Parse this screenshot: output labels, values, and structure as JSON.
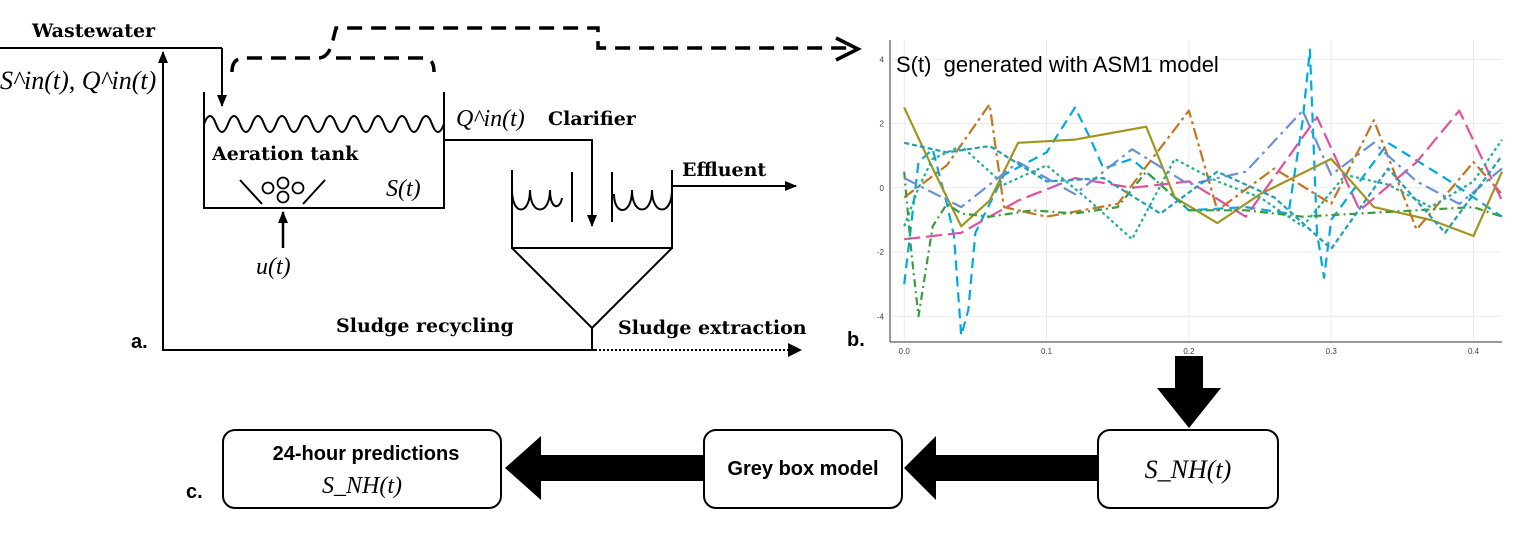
{
  "panel_a": {
    "panel_label": "a.",
    "wastewater_label": "Wastewater",
    "inflow_label": "S^in(t), Q^in(t)",
    "aeration_tank_label": "Aeration tank",
    "state_label": "S(t)",
    "control_label": "u(t)",
    "flow_label": "Q^in(t)",
    "clarifier_label": "Clarifier",
    "effluent_label": "Effluent",
    "recycling_label": "Sludge recycling",
    "extraction_label": "Sludge extraction"
  },
  "panel_b": {
    "panel_label": "b.",
    "plot_title": "S(t)  generated with ASM1 model"
  },
  "panel_c": {
    "panel_label": "c.",
    "predictions_title": "24-hour predictions",
    "predictions_var": "S_NH(t)",
    "grey_box_label": "Grey box model",
    "input_var": "S_NH(t)"
  },
  "chart_data": {
    "type": "line",
    "x_ticks": [
      "0.0",
      "0.1",
      "0.2",
      "0.3",
      "0.4"
    ],
    "y_ticks": [
      "-4",
      "-2",
      "0",
      "2",
      "4"
    ],
    "xlim": [
      -0.01,
      0.42
    ],
    "ylim": [
      -4.8,
      4.6
    ],
    "grid": true,
    "series": [
      {
        "color": "#00a9e0",
        "dash": "10,6",
        "x": [
          0.0,
          0.01,
          0.02,
          0.03,
          0.035,
          0.04,
          0.045,
          0.05,
          0.07,
          0.1,
          0.12,
          0.13,
          0.14,
          0.16,
          0.2,
          0.24,
          0.27,
          0.28,
          0.285,
          0.29,
          0.295,
          0.3,
          0.34,
          0.38,
          0.42
        ],
        "y": [
          -3.0,
          0.8,
          1.2,
          -0.5,
          -1.5,
          -4.6,
          -3.8,
          -1.4,
          0.4,
          1.1,
          2.5,
          1.6,
          0.6,
          0.9,
          -0.7,
          -0.6,
          -0.8,
          2.1,
          4.3,
          -1.4,
          -2.8,
          -1.0,
          1.4,
          0.3,
          -0.9
        ]
      },
      {
        "color": "#a0961f",
        "dash": "none",
        "x": [
          0.0,
          0.02,
          0.04,
          0.06,
          0.08,
          0.12,
          0.17,
          0.19,
          0.22,
          0.25,
          0.3,
          0.33,
          0.37,
          0.4,
          0.42
        ],
        "y": [
          2.5,
          0.6,
          -1.2,
          -0.4,
          1.4,
          1.5,
          1.9,
          -0.3,
          -1.1,
          -0.2,
          0.9,
          -0.6,
          -1.0,
          -1.5,
          0.5
        ]
      },
      {
        "color": "#c4751e",
        "dash": "12,4,3,4",
        "x": [
          0.0,
          0.03,
          0.06,
          0.07,
          0.1,
          0.15,
          0.2,
          0.22,
          0.26,
          0.3,
          0.33,
          0.36,
          0.4,
          0.42
        ],
        "y": [
          -0.3,
          0.7,
          2.6,
          -0.6,
          -0.9,
          -0.5,
          2.4,
          -0.7,
          0.6,
          -0.5,
          2.1,
          -1.3,
          0.8,
          -0.2
        ]
      },
      {
        "color": "#e24fa0",
        "dash": "16,6",
        "x": [
          0.0,
          0.04,
          0.08,
          0.12,
          0.16,
          0.2,
          0.24,
          0.29,
          0.32,
          0.36,
          0.39,
          0.42
        ],
        "y": [
          -1.6,
          -1.4,
          -0.4,
          0.3,
          0.0,
          0.2,
          -0.9,
          2.2,
          -0.7,
          0.8,
          2.4,
          -0.4
        ]
      },
      {
        "color": "#20b08d",
        "dash": "3,3",
        "x": [
          0.0,
          0.01,
          0.02,
          0.04,
          0.07,
          0.1,
          0.13,
          0.16,
          0.19,
          0.22,
          0.25,
          0.28,
          0.31,
          0.34,
          0.37,
          0.4,
          0.42
        ],
        "y": [
          -1.2,
          0.0,
          0.9,
          1.3,
          0.1,
          0.7,
          -0.4,
          -1.6,
          0.9,
          0.2,
          -0.3,
          -1.2,
          0.4,
          0.1,
          -0.6,
          0.2,
          1.5
        ]
      },
      {
        "color": "#3d9a3d",
        "dash": "8,4,2,4",
        "x": [
          0.0,
          0.005,
          0.01,
          0.02,
          0.03,
          0.04,
          0.06,
          0.09,
          0.12,
          0.15,
          0.17,
          0.2,
          0.24,
          0.28,
          0.32,
          0.36,
          0.4,
          0.42
        ],
        "y": [
          0.5,
          -2.0,
          -4.0,
          -1.2,
          -0.5,
          -0.8,
          -0.9,
          -0.7,
          -0.8,
          -0.6,
          0.5,
          -0.7,
          -0.7,
          -0.9,
          -0.8,
          -0.7,
          -0.6,
          -0.9
        ]
      },
      {
        "color": "#6b8fd6",
        "dash": "14,5,3,5",
        "x": [
          0.0,
          0.04,
          0.08,
          0.12,
          0.16,
          0.2,
          0.24,
          0.28,
          0.3,
          0.33,
          0.36,
          0.39,
          0.42
        ],
        "y": [
          0.3,
          -0.6,
          0.8,
          -0.2,
          1.2,
          0.1,
          0.5,
          2.4,
          0.4,
          1.4,
          0.2,
          -0.5,
          0.6
        ]
      },
      {
        "color": "#1c9fb8",
        "dash": "5,3",
        "x": [
          0.0,
          0.03,
          0.06,
          0.1,
          0.14,
          0.18,
          0.22,
          0.26,
          0.3,
          0.34,
          0.38,
          0.42
        ],
        "y": [
          1.4,
          1.1,
          1.3,
          0.2,
          0.3,
          -0.8,
          0.5,
          -0.3,
          -1.9,
          0.6,
          -1.4,
          1.0
        ]
      }
    ]
  }
}
